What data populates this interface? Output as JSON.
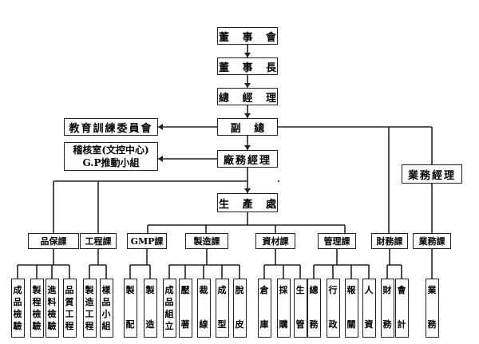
{
  "nodes": {
    "board": "董 事 會",
    "chairman": "董 事 長",
    "gm": "總 經 理",
    "vgm": "副   總",
    "training": "教育訓練委員會",
    "audit_1": "稽核室(文控中心)",
    "audit_2": "G.P推動小組",
    "factory_mgr": "廠務經理",
    "sales_mgr": "業務經理",
    "production": "生 產 處"
  },
  "departments": [
    {
      "label": "品保課",
      "units": [
        {
          "chars": [
            "成",
            "品",
            "檢",
            "驗"
          ]
        },
        {
          "chars": [
            "製",
            "程",
            "檢",
            "驗"
          ]
        },
        {
          "chars": [
            "進",
            "料",
            "檢",
            "驗"
          ]
        },
        {
          "chars": [
            "品",
            "質",
            "工",
            "程"
          ]
        }
      ]
    },
    {
      "label": "工程課",
      "units": [
        {
          "chars": [
            "製",
            "造",
            "工",
            "程"
          ]
        },
        {
          "chars": [
            "樣",
            "品",
            "小",
            "組"
          ]
        }
      ]
    },
    {
      "label": "GMP課",
      "units": [
        {
          "chars": [
            "製"
          ],
          "chars2": [
            "配"
          ]
        },
        {
          "chars": [
            "製"
          ],
          "chars2": [
            "造"
          ]
        }
      ]
    },
    {
      "label": "製造課",
      "units": [
        {
          "chars": [
            "成",
            "品",
            "組",
            "立"
          ]
        },
        {
          "chars": [
            "壓"
          ],
          "chars2": [
            "著"
          ]
        },
        {
          "chars": [
            "裁"
          ],
          "chars2": [
            "線"
          ]
        },
        {
          "chars": [
            "成"
          ],
          "chars2": [
            "型"
          ]
        },
        {
          "chars": [
            "脫"
          ],
          "chars2": [
            "皮"
          ]
        }
      ]
    },
    {
      "label": "資材課",
      "units": [
        {
          "chars": [
            "倉"
          ],
          "chars2": [
            "庫"
          ]
        },
        {
          "chars": [
            "採"
          ],
          "chars2": [
            "購"
          ]
        },
        {
          "chars": [
            "生"
          ],
          "chars2": [
            "管"
          ]
        }
      ]
    },
    {
      "label": "管理課",
      "units": [
        {
          "chars": [
            "總"
          ],
          "chars2": [
            "務"
          ]
        },
        {
          "chars": [
            "行"
          ],
          "chars2": [
            "政"
          ]
        },
        {
          "chars": [
            "報"
          ],
          "chars2": [
            "關"
          ]
        },
        {
          "chars": [
            "人"
          ],
          "chars2": [
            "資"
          ]
        }
      ]
    },
    {
      "label": "財務課",
      "units": [
        {
          "chars": [
            "財"
          ],
          "chars2": [
            "務"
          ]
        },
        {
          "chars": [
            "會"
          ],
          "chars2": [
            "計"
          ]
        }
      ]
    },
    {
      "label": "業務課",
      "units": [
        {
          "chars": [
            "業"
          ],
          "chars2": [
            "務"
          ]
        }
      ]
    }
  ]
}
